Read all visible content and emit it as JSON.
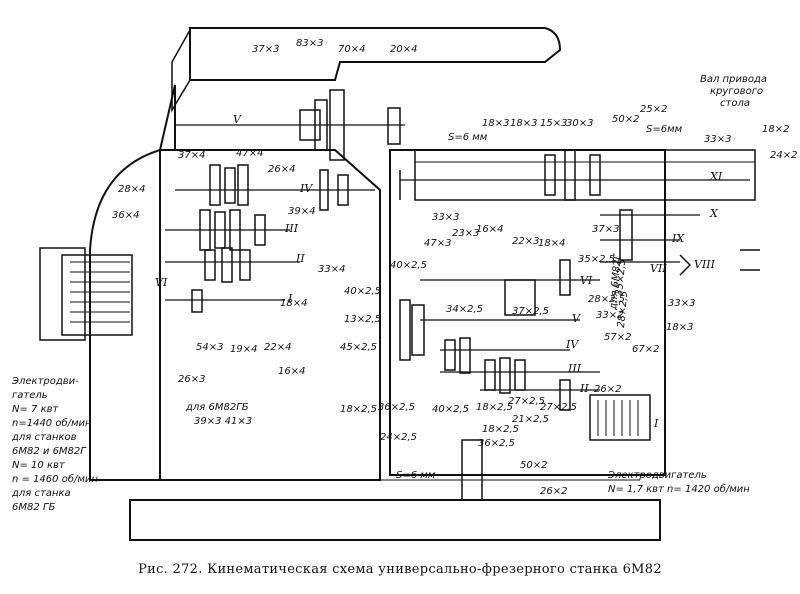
{
  "caption": "Рис. 272. Кинематическая схема универсально-фрезерного станка 6М82",
  "gear_labels": [
    {
      "text": "37×3"
    },
    {
      "text": "83×3"
    },
    {
      "text": "70×4"
    },
    {
      "text": "20×4"
    },
    {
      "text": "37×4"
    },
    {
      "text": "47×4"
    },
    {
      "text": "26×4"
    },
    {
      "text": "28×4"
    },
    {
      "text": "36×4"
    },
    {
      "text": "39×4"
    },
    {
      "text": "33×4"
    },
    {
      "text": "18×4"
    },
    {
      "text": "54×3"
    },
    {
      "text": "19×4"
    },
    {
      "text": "22×4"
    },
    {
      "text": "16×4"
    },
    {
      "text": "26×3"
    },
    {
      "text": "18×3"
    },
    {
      "text": "18×3"
    },
    {
      "text": "15×3"
    },
    {
      "text": "30×3"
    },
    {
      "text": "50×2"
    },
    {
      "text": "25×2"
    },
    {
      "text": "33×3"
    },
    {
      "text": "18×2"
    },
    {
      "text": "24×2"
    },
    {
      "text": "33×3"
    },
    {
      "text": "16×4"
    },
    {
      "text": "22×3"
    },
    {
      "text": "37×3"
    },
    {
      "text": "18×4"
    },
    {
      "text": "47×3"
    },
    {
      "text": "23×3"
    },
    {
      "text": "40×2,5"
    },
    {
      "text": "35×2,5"
    },
    {
      "text": "40×2,5"
    },
    {
      "text": "28×2,5"
    },
    {
      "text": "34×2,5"
    },
    {
      "text": "37×2,5"
    },
    {
      "text": "13×2,5"
    },
    {
      "text": "33×2"
    },
    {
      "text": "45×2,5"
    },
    {
      "text": "67×2"
    },
    {
      "text": "57×2"
    },
    {
      "text": "26×2"
    },
    {
      "text": "18×2,5"
    },
    {
      "text": "36×2,5"
    },
    {
      "text": "40×2,5"
    },
    {
      "text": "24×2,5"
    },
    {
      "text": "18×2,5"
    },
    {
      "text": "18×2,5"
    },
    {
      "text": "36×2,5"
    },
    {
      "text": "27×2,5"
    },
    {
      "text": "21×2,5"
    },
    {
      "text": "27×2,5"
    },
    {
      "text": "50×2"
    },
    {
      "text": "26×2"
    },
    {
      "text": "33×3"
    },
    {
      "text": "18×3"
    },
    {
      "text": "28×2,5"
    },
    {
      "text": "35×2,5"
    }
  ],
  "shaft_labels": [
    {
      "text": "V"
    },
    {
      "text": "IV"
    },
    {
      "text": "III"
    },
    {
      "text": "II"
    },
    {
      "text": "I"
    },
    {
      "text": "VI"
    },
    {
      "text": "XI"
    },
    {
      "text": "X"
    },
    {
      "text": "IX"
    },
    {
      "text": "VIII"
    },
    {
      "text": "VII"
    },
    {
      "text": "VI"
    },
    {
      "text": "V"
    },
    {
      "text": "IV"
    },
    {
      "text": "III"
    },
    {
      "text": "II"
    },
    {
      "text": "I"
    }
  ],
  "notes": {
    "s6_top": "S=6 мм",
    "s6_right": "S=6мм",
    "s6_bottom": "S=6 мм",
    "for_6m82gb": "для 6М82ГБ",
    "for_6m82gb_vals": "39×3   41×3",
    "for_6m82g": "для 6М82Г",
    "table_drive": [
      "Вал привода",
      "кругового",
      "стола"
    ]
  },
  "left_motor": [
    "Электродви-",
    "гатель",
    "N= 7 квт",
    "n=1440 об/мин",
    "для станков",
    "6М82 и 6М82Г",
    "N= 10 квт",
    "n = 1460 об/мин",
    "для станка",
    "6М82 ГБ"
  ],
  "right_motor": [
    "Электродвигатель",
    "N= 1,7 квт   n= 1420 об/мин"
  ]
}
